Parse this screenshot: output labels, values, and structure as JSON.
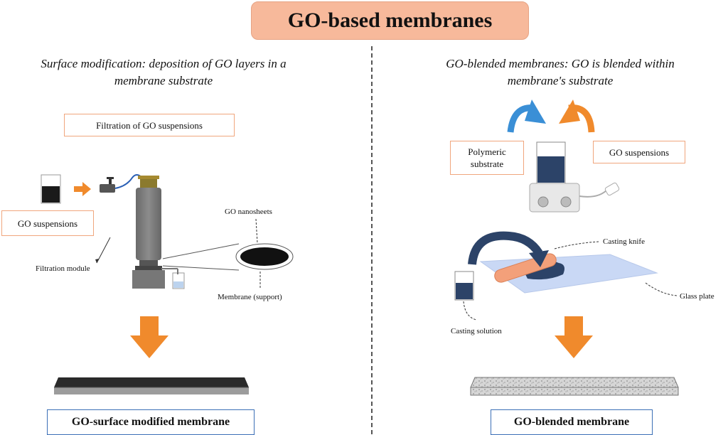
{
  "title": "GO-based membranes",
  "left": {
    "subtitle_line1": "Surface modification: deposition of GO layers in a",
    "subtitle_line2": "membrane substrate",
    "method_label": "Filtration of GO suspensions",
    "go_suspensions_label": "GO suspensions",
    "filtration_module_label": "Filtration module",
    "go_nanosheets_label": "GO nanosheets",
    "membrane_support_label": "Membrane (support)",
    "result_label": "GO-surface modified membrane"
  },
  "right": {
    "subtitle_line1": "GO-blended membranes: GO is blended within",
    "subtitle_line2": "membrane's substrate",
    "polymeric_substrate_label": "Polymeric substrate",
    "go_suspensions_label": "GO suspensions",
    "casting_knife_label": "Casting knife",
    "glass_plate_label": "Glass plate",
    "casting_solution_label": "Casting solution",
    "result_label": "GO-blended membrane"
  },
  "colors": {
    "title_fill": "#f7b99b",
    "label_border": "#f0a67d",
    "result_border": "#3b6fb6",
    "orange_arrow": "#f08a2c",
    "blue_arrow": "#3a8fd6",
    "go_dark": "#1a1a1a",
    "device_grey": "#7a7a7a",
    "glass_plate": "#c9d8f5"
  }
}
